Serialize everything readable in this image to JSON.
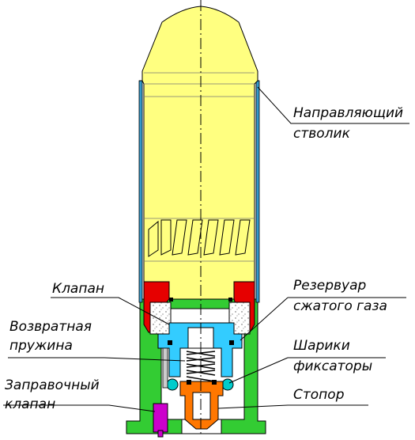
{
  "labels": {
    "guide_barrel_1": "Направляющий",
    "guide_barrel_2": "стволик",
    "valve": "Клапан",
    "reservoir_1": "Резервуар",
    "reservoir_2": "сжатого газа",
    "return_spring_1": "Возвратная",
    "return_spring_2": "пружина",
    "balls_1": "Шарики",
    "balls_2": "фиксаторы",
    "fill_valve_1": "Заправочный",
    "fill_valve_2": "клапан",
    "stopper": "Стопор"
  },
  "colors": {
    "bullet": "#ffff80",
    "body": "#33cc33",
    "reservoir": "#e60000",
    "valve_block": "#33ccff",
    "stopper": "#ff7700",
    "fill_valve": "#cc00cc",
    "barrel": "#3399cc",
    "fixing_balls": "#00cccc",
    "seal": "#000000"
  }
}
